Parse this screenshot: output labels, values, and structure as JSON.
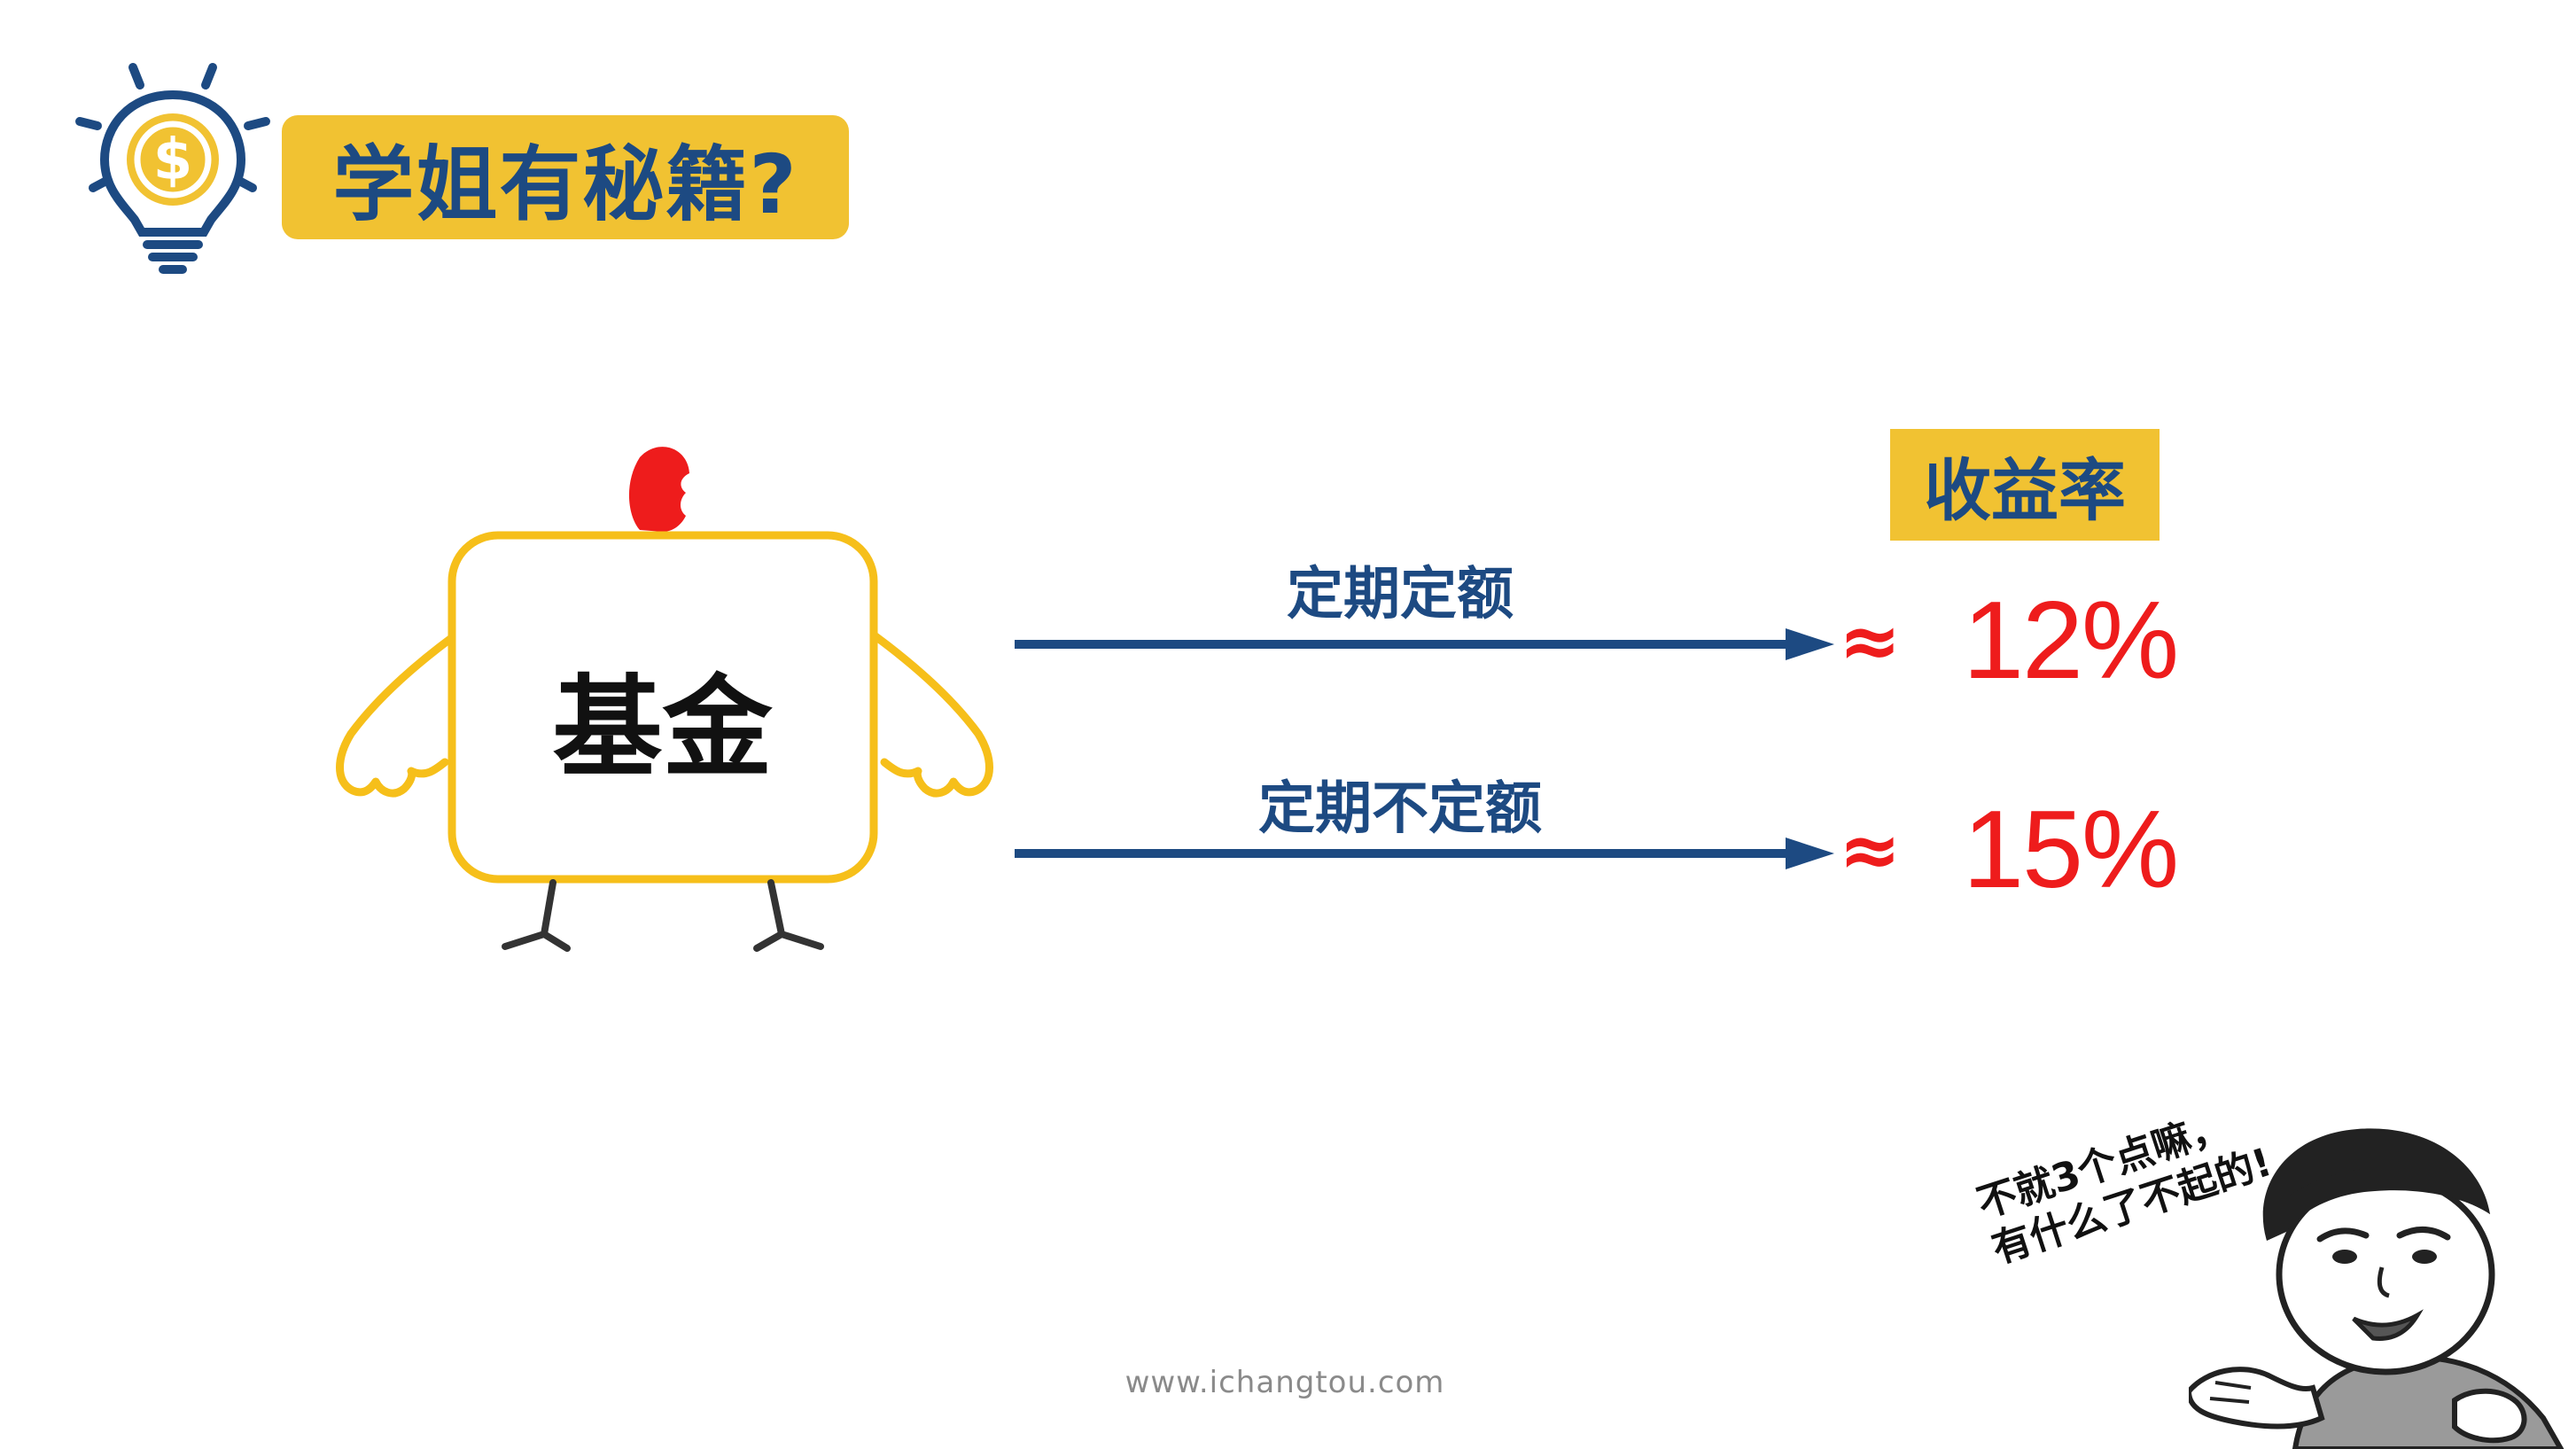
{
  "header": {
    "title": "学姐有秘籍?",
    "icon": "lightbulb-dollar-icon"
  },
  "mascot": {
    "label": "基金",
    "icon": "chick-mascot-icon"
  },
  "yield_header": "收益率",
  "plans": [
    {
      "label": "定期定额",
      "approx": "≈",
      "rate": "12%"
    },
    {
      "label": "定期不定额",
      "approx": "≈",
      "rate": "15%"
    }
  ],
  "meme": {
    "line1": "不就3个点嘛，",
    "line2": "有什么了不起的!",
    "icon": "shrugging-man-meme-icon"
  },
  "footer": {
    "website": "www.ichangtou.com"
  },
  "colors": {
    "accent_yellow": "#f1c232",
    "title_blue": "#1d4a82",
    "rate_red": "#ee1c1c",
    "chick_outline": "#f6bf1a",
    "comb_red": "#ee1c1c"
  }
}
